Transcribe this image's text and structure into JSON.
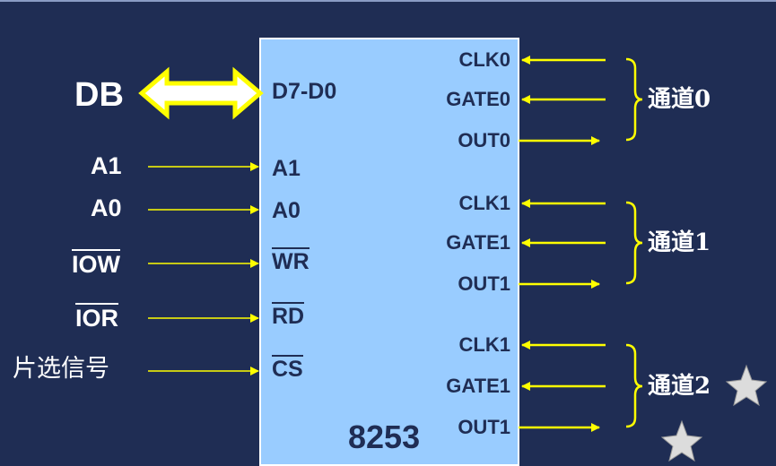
{
  "left_signals": {
    "db": "DB",
    "a1": "A1",
    "a0": "A0",
    "iow": "IOW",
    "ior": "IOR",
    "chip_select": "片选信号"
  },
  "chip": {
    "name": "8253",
    "left_pins": {
      "data": "D7-D0",
      "a1": "A1",
      "a0": "A0",
      "wr": "WR",
      "rd": "RD",
      "cs": "CS"
    },
    "right_pins": [
      {
        "label": "CLK0"
      },
      {
        "label": "GATE0"
      },
      {
        "label": "OUT0"
      },
      {
        "label": "CLK1"
      },
      {
        "label": "GATE1"
      },
      {
        "label": "OUT1"
      },
      {
        "label": "CLK1"
      },
      {
        "label": "GATE1"
      },
      {
        "label": "OUT1"
      }
    ]
  },
  "channels": [
    {
      "label": "通道0"
    },
    {
      "label": "通道1"
    },
    {
      "label": "通道2"
    }
  ],
  "colors": {
    "background": "#1f2d54",
    "chip_fill": "#99ccff",
    "wire": "#ffff00",
    "text": "#ffffff"
  }
}
